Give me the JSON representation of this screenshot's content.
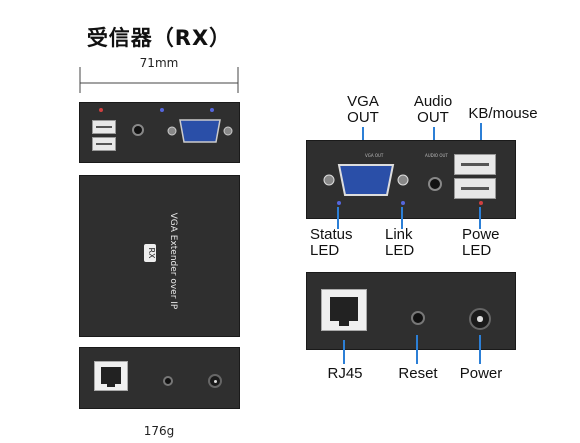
{
  "title": "受信器（RX）",
  "dimension_width": "71mm",
  "weight": "176g",
  "side_text": "VGA Extender over IP",
  "side_badge": "RX",
  "callouts": {
    "vga_out": "VGA\nOUT",
    "audio_out": "Audio\nOUT",
    "kb_mouse": "KB/mouse",
    "status_led": "Status\nLED",
    "link_led": "Link\nLED",
    "power_led": "Powe\nLED",
    "rj45": "RJ45",
    "reset": "Reset",
    "power": "Power"
  },
  "colors": {
    "leader": "#2c7fd6",
    "panel": "#2f2f2f",
    "vga_blue": "#2a4fa8"
  }
}
